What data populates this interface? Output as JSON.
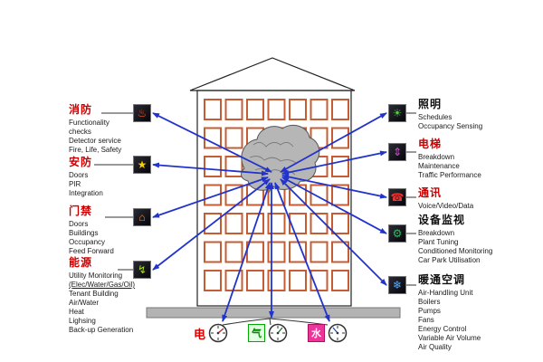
{
  "colors": {
    "arrow_blue": "#2233cc",
    "window_orange": "#c65c33",
    "left_title_red": "#cc0000",
    "right_title_dark": "#111111",
    "meter_elec_red": "#dd0000",
    "meter_gas_green": "#008800",
    "meter_water_magenta": "#ee3399"
  },
  "building": {
    "windows_rows": 7,
    "windows_cols": 7
  },
  "left_systems": [
    {
      "title": "消防",
      "icon": "fire-icon",
      "glyph": "♨",
      "items": [
        "Functionality",
        "checks",
        "Detector service",
        "Fire, Life, Safety"
      ]
    },
    {
      "title": "安防",
      "icon": "security-icon",
      "glyph": "★",
      "items": [
        "Doors",
        "PIR",
        "Integration"
      ]
    },
    {
      "title": "门禁",
      "icon": "access-control-icon",
      "glyph": "⌂",
      "items": [
        "Doors",
        "Buildings",
        "Occupancy",
        "Feed Forward"
      ]
    },
    {
      "title": "能源",
      "icon": "energy-icon",
      "glyph": "↯",
      "items": [
        "Utility Monitoring",
        "(Elec/Water/Gas/Oil)",
        "Tenant Building",
        "Air/Water",
        "Heat",
        "Lighsing",
        "Back-up Generation"
      ]
    }
  ],
  "right_systems": [
    {
      "title": "照明",
      "icon": "lighting-icon",
      "glyph": "☀",
      "items": [
        "Schedules",
        "Occupancy Sensing"
      ]
    },
    {
      "title": "电梯",
      "icon": "elevator-icon",
      "glyph": "⇕",
      "items": [
        "Breakdown",
        "Maintenance",
        "Traffic Performance"
      ]
    },
    {
      "title": "通讯",
      "icon": "communications-icon",
      "glyph": "☎",
      "items": [
        "Voice/Video/Data"
      ]
    },
    {
      "title": "设备监视",
      "icon": "equipment-monitoring-icon",
      "glyph": "⚙",
      "items": [
        "Breakdown",
        "Plant Tuning",
        "Conditioned Monitoring",
        "Car Park Utilisation"
      ]
    },
    {
      "title": "暖通空调",
      "icon": "hvac-icon",
      "glyph": "❄",
      "items": [
        "Air-Handling Unit",
        "Boilers",
        "Pumps",
        "Fans",
        "Energy Control",
        "Variable Air Volume",
        "Air Quality"
      ]
    }
  ],
  "meters": [
    {
      "name": "electricity-meter",
      "label": "电"
    },
    {
      "name": "gas-meter",
      "label": "气"
    },
    {
      "name": "water-meter",
      "label": "水"
    }
  ]
}
